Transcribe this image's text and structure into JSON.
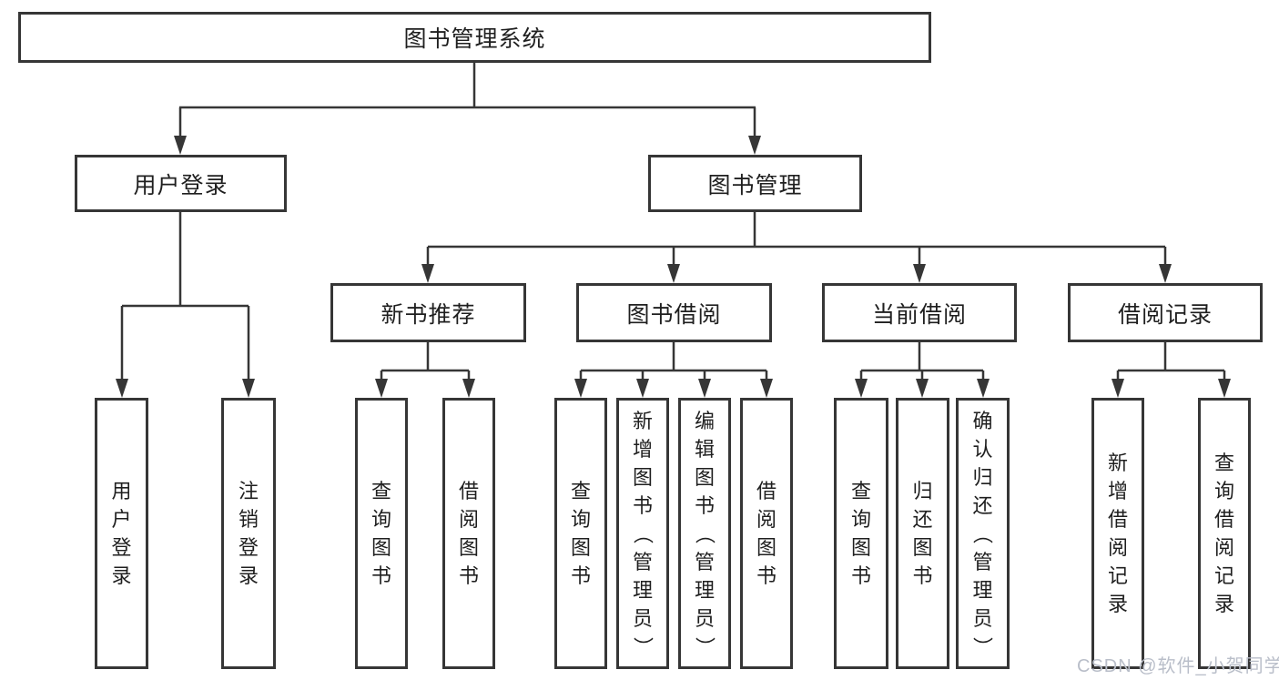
{
  "tree": {
    "root": {
      "label": "图书管理系统"
    },
    "level2": [
      {
        "label": "用户登录"
      },
      {
        "label": "图书管理"
      }
    ],
    "level3": [
      {
        "label": "新书推荐"
      },
      {
        "label": "图书借阅"
      },
      {
        "label": "当前借阅"
      },
      {
        "label": "借阅记录"
      }
    ],
    "leaves": {
      "user_login": [
        {
          "label": "用户登录"
        },
        {
          "label": "注销登录"
        }
      ],
      "new_book": [
        {
          "label": "查询图书"
        },
        {
          "label": "借阅图书"
        }
      ],
      "book_borrow": [
        {
          "label": "查询图书"
        },
        {
          "label": "新增图书（管理员）"
        },
        {
          "label": "编辑图书（管理员）"
        },
        {
          "label": "借阅图书"
        }
      ],
      "current_borrow": [
        {
          "label": "查询图书"
        },
        {
          "label": "归还图书"
        },
        {
          "label": "确认归还（管理员）"
        }
      ],
      "borrow_records": [
        {
          "label": "新增借阅记录"
        },
        {
          "label": "查询借阅记录"
        }
      ]
    }
  },
  "watermark": {
    "text": "CSDN @软件_小贺同学"
  },
  "colors": {
    "line": "#363636",
    "border": "#363636",
    "text": "#1f1f1f",
    "fill": "#ffffff",
    "watermark": "#b9bec9",
    "background": "#ffffff"
  }
}
